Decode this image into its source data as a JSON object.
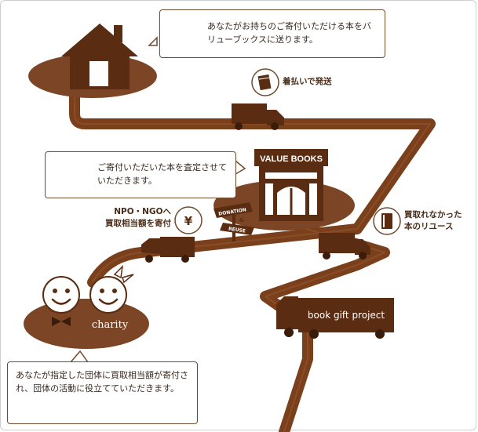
{
  "colors": {
    "road": "#7a3f1b",
    "island": "#7b4526",
    "dark": "#5a2d12",
    "bubble_border": "#6e4a2e",
    "bubble_text": "#3a2a20",
    "label_text": "#4a2c18",
    "face": "#ffffff"
  },
  "bubbles": {
    "send": "あなたがお持ちのご寄付いただける本をバリューブックスに送ります。",
    "assess": "ご寄付いただいた本を査定させていただきます。",
    "charity_info": "あなたが指定した団体に買取相当額が寄付され、団体の活動に役立てていただきます。"
  },
  "labels": {
    "shipping": "着払いで発送",
    "npo_line1": "NPO・NGOへ",
    "npo_line2": "買取相当額を寄付",
    "reuse_line1": "買取れなかった",
    "reuse_line2": "本のリユース"
  },
  "signs": {
    "store": "VALUE BOOKS",
    "donation": "DONATION",
    "amp": "&",
    "reuse": "REUSE",
    "charity": "charity",
    "truck_gift": "book gift project",
    "yen": "¥"
  }
}
